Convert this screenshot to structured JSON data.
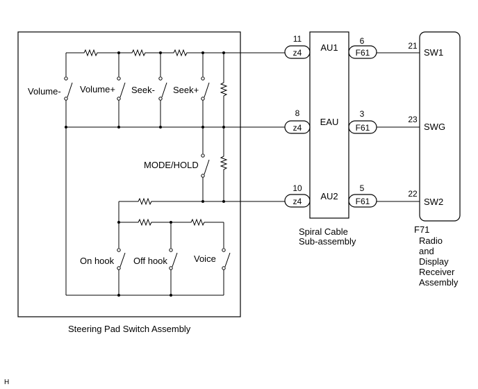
{
  "steering_pad": {
    "title": "Steering Pad Switch Assembly",
    "switches": {
      "volume_down": "Volume-",
      "volume_up": "Volume+",
      "seek_down": "Seek-",
      "seek_up": "Seek+",
      "mode_hold": "MODE/HOLD",
      "on_hook": "On hook",
      "off_hook": "Off hook",
      "voice": "Voice"
    }
  },
  "spiral_cable": {
    "title_line1": "Spiral Cable",
    "title_line2": "Sub-assembly",
    "signals": [
      "AU1",
      "EAU",
      "AU2"
    ]
  },
  "radio": {
    "code": "F71",
    "title_lines": [
      "Radio",
      "and",
      "Display",
      "Receiver",
      "Assembly"
    ],
    "signals": [
      "SW1",
      "SWG",
      "SW2"
    ]
  },
  "connections": [
    {
      "left_pin": "11",
      "left_conn": "z4",
      "mid_pin": "6",
      "mid_conn": "F61",
      "right_pin": "21"
    },
    {
      "left_pin": "8",
      "left_conn": "z4",
      "mid_pin": "3",
      "mid_conn": "F61",
      "right_pin": "23"
    },
    {
      "left_pin": "10",
      "left_conn": "z4",
      "mid_pin": "5",
      "mid_conn": "F61",
      "right_pin": "22"
    }
  ],
  "corner_mark": "H"
}
